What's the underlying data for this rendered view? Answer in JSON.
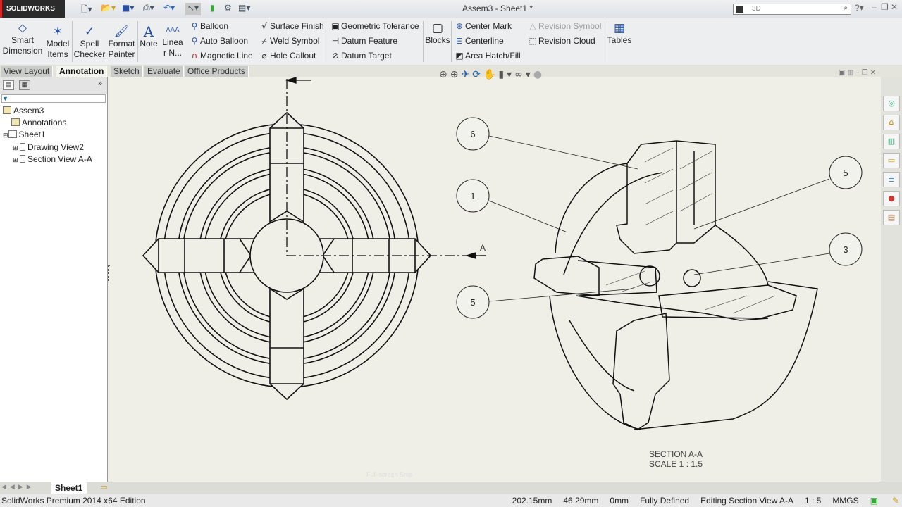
{
  "app": {
    "logo": "SOLIDWORKS",
    "doc_title": "Assem3 - Sheet1 *",
    "search_placeholder": "3D"
  },
  "quick_access": [
    "new-icon",
    "open-icon",
    "save-icon",
    "print-icon",
    "undo-icon",
    "select-icon",
    "rebuild-icon",
    "options-icon"
  ],
  "ribbon": {
    "smart_dimension": "Smart Dimension",
    "model_items": "Model Items",
    "spell_checker": "Spell Checker",
    "format_painter": "Format Painter",
    "note": "Note",
    "linear_note": "Linea r N...",
    "balloon": "Balloon",
    "auto_balloon": "Auto Balloon",
    "magnetic_line": "Magnetic Line",
    "surface_finish": "Surface Finish",
    "weld_symbol": "Weld Symbol",
    "hole_callout": "Hole Callout",
    "geometric_tolerance": "Geometric Tolerance",
    "datum_feature": "Datum Feature",
    "datum_target": "Datum Target",
    "blocks": "Blocks",
    "center_mark": "Center Mark",
    "centerline": "Centerline",
    "area_hatch": "Area Hatch/Fill",
    "revision_symbol": "Revision Symbol",
    "revision_cloud": "Revision Cloud",
    "tables": "Tables"
  },
  "tabs": [
    {
      "label": "View Layout"
    },
    {
      "label": "Annotation",
      "active": true
    },
    {
      "label": "Sketch"
    },
    {
      "label": "Evaluate"
    },
    {
      "label": "Office Products"
    }
  ],
  "tree": [
    {
      "label": "Assem3"
    },
    {
      "label": "Annotations"
    },
    {
      "label": "Sheet1"
    },
    {
      "label": "Drawing View2"
    },
    {
      "label": "Section View A-A"
    }
  ],
  "drawing": {
    "section_label": "A",
    "balloons": [
      "6",
      "1",
      "5",
      "5",
      "3"
    ],
    "section_title": "SECTION A-A",
    "section_scale": "SCALE 1 : 1.5",
    "watermark": "Full-screen Snip"
  },
  "sheet_tab": "Sheet1",
  "status": {
    "edition": "SolidWorks Premium 2014 x64 Edition",
    "x": "202.15mm",
    "y": "46.29mm",
    "z": "0mm",
    "state": "Fully Defined",
    "editing": "Editing Section View A-A",
    "scale": "1 : 5",
    "units": "MMGS"
  }
}
